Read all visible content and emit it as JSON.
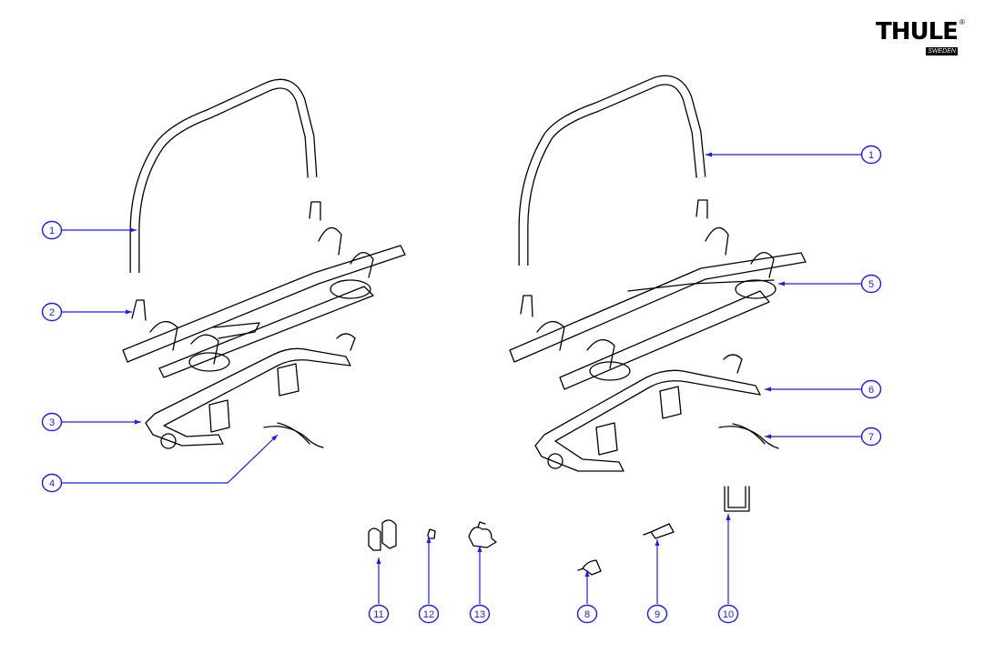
{
  "brand": {
    "name": "THULE",
    "sub": "SWEDEN",
    "registered": "®"
  },
  "callouts": [
    "1",
    "2",
    "3",
    "4",
    "1",
    "5",
    "6",
    "7",
    "11",
    "12",
    "13",
    "8",
    "9",
    "10"
  ],
  "colors": {
    "callout": "#1a1aff",
    "line": "#000000"
  }
}
